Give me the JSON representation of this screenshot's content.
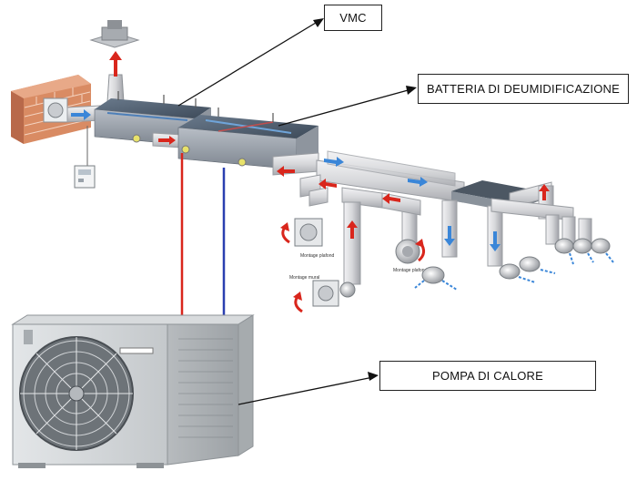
{
  "callouts": {
    "vmc": "VMC",
    "batteria": "BATTERIA DI DEUMIDIFICAZIONE",
    "pompa": "POMPA DI CALORE"
  },
  "small_labels": {
    "label_1": "Montage plafond",
    "label_2": "Montage mural",
    "label_3": "Montage plafond"
  },
  "colors": {
    "supply_pipe": "#d9261c",
    "return_pipe": "#2a3fb0",
    "arrow_red": "#d9261c",
    "arrow_blue": "#3a86d8",
    "duct": "#d9d9dc",
    "unit_body": "#c9cdcf"
  }
}
